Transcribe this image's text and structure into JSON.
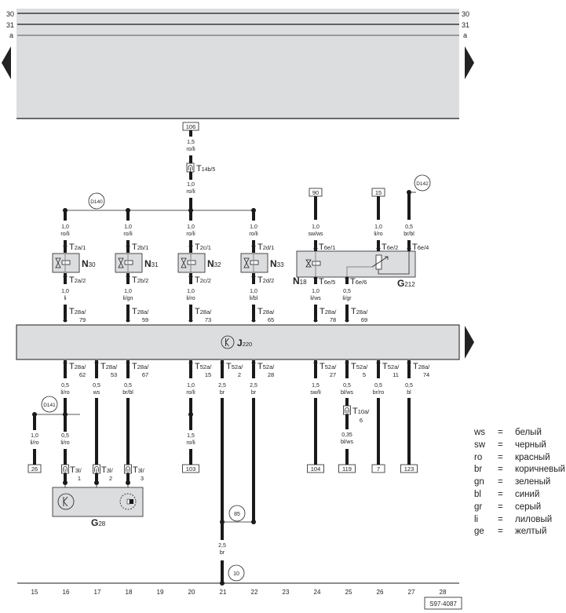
{
  "diagram_id": "S97-4087",
  "bus_lines": [
    {
      "label": "30"
    },
    {
      "label": "31"
    },
    {
      "label": "a"
    }
  ],
  "nav": {
    "left_arrow": "previous-page",
    "right_arrow": "next-page"
  },
  "top_feed": {
    "terminal": "106",
    "wire_upper": {
      "gauge": "1,5",
      "color": "ro/li"
    },
    "connector": "T14b/5",
    "wire_lower": {
      "gauge": "1,0",
      "color": "ro/li"
    },
    "junction": "D140"
  },
  "valves": [
    {
      "name": "N30",
      "top_conn": "T2a/1",
      "bot_conn": "T2a/2",
      "wire_in": {
        "gauge": "1,0",
        "color": "ro/li"
      },
      "wire_out": {
        "gauge": "1,0",
        "color": "li"
      },
      "ecu_conn": "T28a/",
      "ecu_pin": "79"
    },
    {
      "name": "N31",
      "top_conn": "T2b/1",
      "bot_conn": "T2b/2",
      "wire_in": {
        "gauge": "1,0",
        "color": "ro/li"
      },
      "wire_out": {
        "gauge": "1,0",
        "color": "li/gn"
      },
      "ecu_conn": "T28a/",
      "ecu_pin": "59"
    },
    {
      "name": "N32",
      "top_conn": "T2c/1",
      "bot_conn": "T2c/2",
      "wire_in": {
        "gauge": "1,0",
        "color": "ro/li"
      },
      "wire_out": {
        "gauge": "1,0",
        "color": "li/ro"
      },
      "ecu_conn": "T28a/",
      "ecu_pin": "73"
    },
    {
      "name": "N33",
      "top_conn": "T2d/1",
      "bot_conn": "T2d/2",
      "wire_in": {
        "gauge": "1,0",
        "color": "ro/li"
      },
      "wire_out": {
        "gauge": "1,0",
        "color": "li/bl"
      },
      "ecu_conn": "T28a/",
      "ecu_pin": "65"
    }
  ],
  "g212": {
    "name": "G212",
    "n18": "N18",
    "terminal_90": "90",
    "terminal_15": "15",
    "junction": "D142",
    "wires_in": [
      {
        "gauge": "1,0",
        "color": "sw/ws",
        "conn": "T6e/1"
      },
      {
        "gauge": "1,0",
        "color": "li/ro",
        "conn": "T6e/2"
      },
      {
        "gauge": "0,5",
        "color": "br/bl",
        "conn": "T6e/4"
      }
    ],
    "wires_out": [
      {
        "conn": "T6e/5",
        "gauge": "1,0",
        "color": "li/ws",
        "ecu_conn": "T28a/",
        "ecu_pin": "78"
      },
      {
        "conn": "T6e/6",
        "gauge": "0,5",
        "color": "li/gr",
        "ecu_conn": "T28a/",
        "ecu_pin": "69"
      }
    ]
  },
  "ecu": {
    "name": "J220"
  },
  "ecu_outputs": [
    {
      "conn": "T28a/",
      "pin": "62",
      "gauge": "0,5",
      "color": "li/ro"
    },
    {
      "conn": "T28a/",
      "pin": "53",
      "gauge": "0,5",
      "color": "ws"
    },
    {
      "conn": "T28a/",
      "pin": "67",
      "gauge": "0,5",
      "color": "br/bl"
    },
    {
      "conn": "T52a/",
      "pin": "15",
      "gauge": "1,0",
      "color": "ro/li"
    },
    {
      "conn": "T52a/",
      "pin": "2",
      "gauge": "2,5",
      "color": "br"
    },
    {
      "conn": "T52a/",
      "pin": "28",
      "gauge": "2,5",
      "color": "br"
    },
    {
      "conn": "T52a/",
      "pin": "27",
      "gauge": "1,5",
      "color": "sw/li"
    },
    {
      "conn": "T52a/",
      "pin": "5",
      "gauge": "0,5",
      "color": "bl/ws"
    },
    {
      "conn": "T52a/",
      "pin": "11",
      "gauge": "0,5",
      "color": "br/ro"
    },
    {
      "conn": "T28a/",
      "pin": "74",
      "gauge": "0,5",
      "color": "bl"
    }
  ],
  "lower": {
    "junction_d141": "D141",
    "wire_26": {
      "gauge": "1,0",
      "color": "li/ro",
      "terminal": "26"
    },
    "wire_g28_1": {
      "gauge": "0,5",
      "color": "li/ro"
    },
    "g28_conns": [
      {
        "conn": "T3l/",
        "pin": "1"
      },
      {
        "conn": "T3l/",
        "pin": "2"
      },
      {
        "conn": "T3l/",
        "pin": "3"
      }
    ],
    "g28": "G28",
    "wire_103": {
      "gauge": "1,5",
      "color": "ro/li",
      "terminal": "103"
    },
    "terminal_104": "104",
    "t10a": {
      "conn": "T10a/",
      "pin": "6"
    },
    "wire_119": {
      "gauge": "0,35",
      "color": "bl/ws",
      "terminal": "119"
    },
    "terminal_7": "7",
    "terminal_123": "123",
    "ground_85": "85",
    "ground_wire": {
      "gauge": "2,5",
      "color": "br"
    },
    "ground_10": "10"
  },
  "columns": [
    "15",
    "16",
    "17",
    "18",
    "19",
    "20",
    "21",
    "22",
    "23",
    "24",
    "25",
    "26",
    "27",
    "28"
  ],
  "legend": [
    {
      "code": "ws",
      "eq": "=",
      "name": "белый"
    },
    {
      "code": "sw",
      "eq": "=",
      "name": "черный"
    },
    {
      "code": "ro",
      "eq": "=",
      "name": "красный"
    },
    {
      "code": "br",
      "eq": "=",
      "name": "коричневый"
    },
    {
      "code": "gn",
      "eq": "=",
      "name": "зеленый"
    },
    {
      "code": "bl",
      "eq": "=",
      "name": "синий"
    },
    {
      "code": "gr",
      "eq": "=",
      "name": "серый"
    },
    {
      "code": "li",
      "eq": "=",
      "name": "лиловый"
    },
    {
      "code": "ge",
      "eq": "=",
      "name": "желтый"
    }
  ],
  "colors": {
    "panel": "#dcdddf",
    "wire": "#1a1a1a",
    "bus_a": "#999999"
  }
}
